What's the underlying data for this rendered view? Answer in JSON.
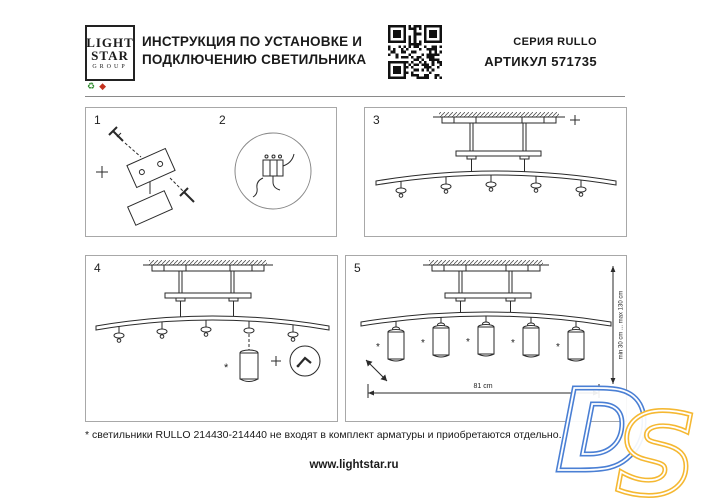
{
  "header": {
    "logo": {
      "line1": "LIGHT",
      "line2": "STAR",
      "line3": "GROUP"
    },
    "title_line1": "ИНСТРУКЦИЯ ПО УСТАНОВКЕ И",
    "title_line2": "ПОДКЛЮЧЕНИЮ СВЕТИЛЬНИКА",
    "series": "СЕРИЯ RULLO",
    "article": "АРТИКУЛ 571735"
  },
  "steps": {
    "s1": "1",
    "s2": "2",
    "s3": "3",
    "s4": "4",
    "s5": "5"
  },
  "dimensions": {
    "vertical": "min 30 cm ... max 130 cm",
    "horizontal": "81 cm"
  },
  "symbols": {
    "asterisk": "*"
  },
  "footer": {
    "note": "* светильники RULLO 214430-214440 не входят в комплект арматуры и приобретаются отдельно.",
    "website": "www.lightstar.ru"
  },
  "watermark": {
    "d": "D",
    "s": "S",
    "d_color": "#4a7fd4",
    "s_color": "#f5b832"
  }
}
